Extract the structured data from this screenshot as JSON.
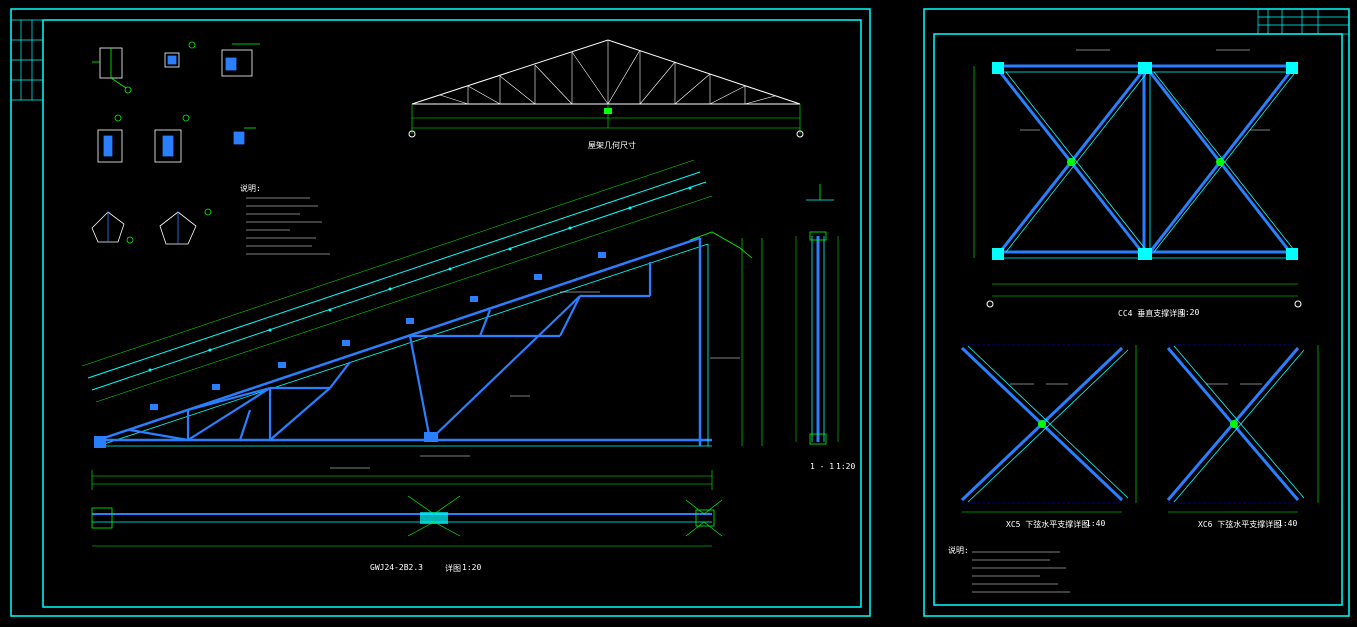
{
  "sheet_left": {
    "main_title": "GWJ24-2B2.3",
    "main_title_suffix": "详图",
    "main_scale": "1:20",
    "geometry_title": "屋架几何尺寸",
    "section_title": "1 - 1",
    "section_scale": "1:20",
    "notes_heading": "说明:"
  },
  "sheet_right": {
    "plan_title": "CC4 垂直支撑详图",
    "plan_scale": "1:20",
    "brace_left_title": "XC5 下弦水平支撑详图",
    "brace_left_scale": "1:40",
    "brace_right_title": "XC6 下弦水平支撑详图",
    "brace_right_scale": "1:40",
    "notes_heading": "说明:"
  },
  "colors": {
    "background": "#000000",
    "frame": "#00ffff",
    "member": "#2a7fff",
    "dimension": "#00ff00",
    "text": "#ffffff",
    "accent": "#ff00ff"
  }
}
